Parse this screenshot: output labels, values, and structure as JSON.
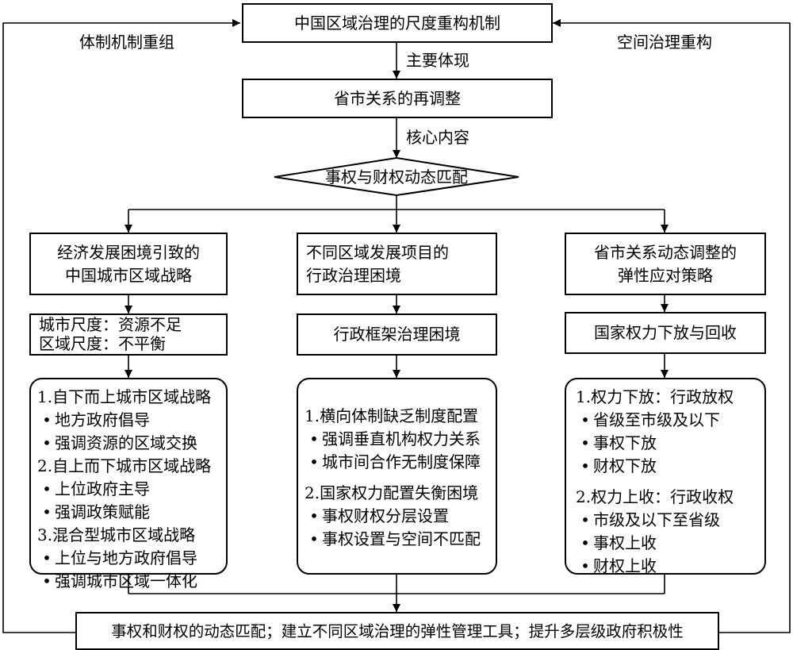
{
  "top_box": "中国区域治理的尺度重构机制",
  "side_left": "体制机制重组",
  "side_right": "空间治理重构",
  "edge_main": "主要体现",
  "second_box": "省市关系的再调整",
  "edge_core": "核心内容",
  "diamond": "事权与财权动态匹配",
  "columns": [
    {
      "title": [
        "经济发展困境引致的",
        "中国城市区域战略"
      ],
      "mid": [
        "城市尺度：资源不足",
        "区域尺度：不平衡"
      ],
      "groups": [
        {
          "head": "1.自下而上城市区域战略",
          "items": [
            "地方政府倡导",
            "强调资源的区域交换"
          ]
        },
        {
          "head": "2.自上而下城市区域战略",
          "items": [
            "上位政府主导",
            "强调政策赋能"
          ]
        },
        {
          "head": "3.混合型城市区域战略",
          "items": [
            "上位与地方政府倡导",
            "强调城市区域一体化"
          ]
        }
      ]
    },
    {
      "title": [
        "不同区域发展项目的",
        "行政治理困境"
      ],
      "mid": [
        "行政框架治理困境"
      ],
      "groups": [
        {
          "head": "1.横向体制缺乏制度配置",
          "items": [
            "强调垂直机构权力关系",
            "城市间合作无制度保障"
          ]
        },
        {
          "head": "2.国家权力配置失衡困境",
          "items": [
            "事权财权分层设置",
            "事权设置与空间不匹配"
          ]
        }
      ]
    },
    {
      "title": [
        "省市关系动态调整的",
        "弹性应对策略"
      ],
      "mid": [
        "国家权力下放与回收"
      ],
      "groups": [
        {
          "head": "1.权力下放：行政放权",
          "items": [
            "省级至市级及以下",
            "事权下放",
            "财权下放"
          ]
        },
        {
          "head": "2.权力上收：行政收权",
          "items": [
            "市级及以下至省级",
            "事权上收",
            "财权上收"
          ]
        }
      ]
    }
  ],
  "bottom_box": "事权和财权的动态匹配；建立不同区域治理的弹性管理工具；提升多层级政府积极性"
}
